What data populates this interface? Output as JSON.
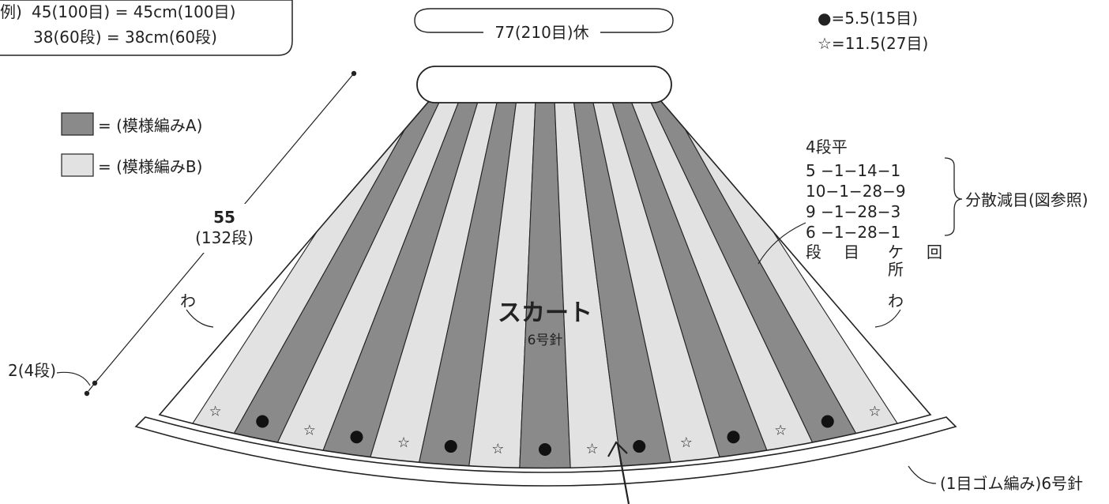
{
  "example_box": {
    "prefix": "例)",
    "line1": "45(100目) = 45cm(100目)",
    "line2": "38(60段) = 38cm(60段)"
  },
  "top_label": "77(210目)休",
  "symbols": {
    "dot_line": "●=5.5(15目)",
    "star_line": "☆=11.5(27目)"
  },
  "legend": [
    {
      "label": "= (模様編みA)",
      "color": "#8a8a8a"
    },
    {
      "label": "= (模様編みB)",
      "color": "#e2e2e2"
    }
  ],
  "length_label": {
    "value": "55",
    "rows": "(132段)"
  },
  "edge_label": "2(4段)",
  "wa_label": "わ",
  "decrease_table": {
    "header": "4段平",
    "rows": [
      "5 −1−14−1",
      "10−1−28−9",
      "9 −1−28−3",
      "6 −1−28−1"
    ],
    "footer": [
      "段",
      "目",
      "ケ",
      "回"
    ],
    "footer_sub": "所",
    "note": "分散減目(図参照)"
  },
  "skirt": {
    "title": "スカート",
    "needle": "6号針"
  },
  "ribbing_label": "(1目ゴム編み)6号針"
}
